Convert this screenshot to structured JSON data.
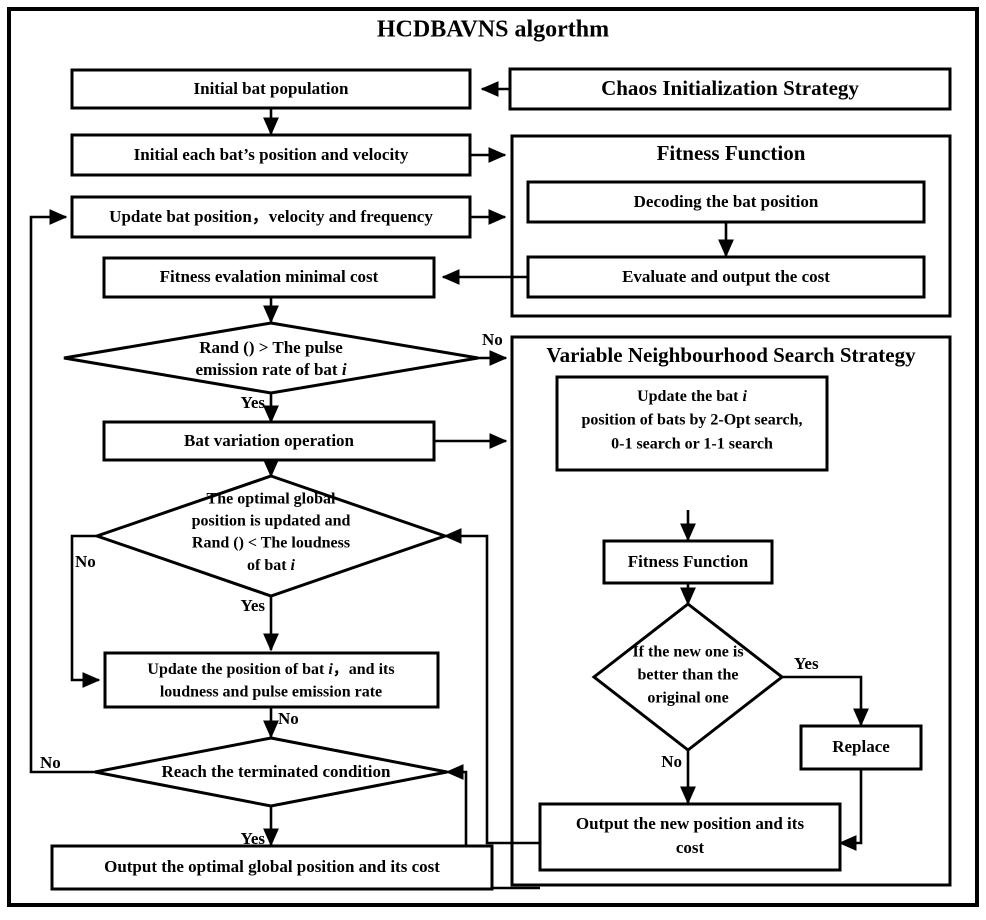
{
  "chart_data": {
    "type": "diagram",
    "title": "HCDBAVNS algorthm",
    "diagram_kind": "flowchart",
    "nodes": [
      {
        "id": "initial_pop",
        "shape": "process",
        "label": "Initial bat population"
      },
      {
        "id": "chaos",
        "shape": "panel-box",
        "label": "Chaos Initialization Strategy"
      },
      {
        "id": "init_each",
        "shape": "process",
        "label": "Initial each bat’s position and velocity"
      },
      {
        "id": "fitness_panel",
        "shape": "panel",
        "label": "Fitness Function"
      },
      {
        "id": "decoding",
        "shape": "process",
        "label": "Decoding the bat position"
      },
      {
        "id": "evaluate",
        "shape": "process",
        "label": "Evaluate and output the cost"
      },
      {
        "id": "update_bat",
        "shape": "process",
        "label": "Update bat position，velocity and frequency"
      },
      {
        "id": "fitness_eval",
        "shape": "process",
        "label": "Fitness evalation minimal cost"
      },
      {
        "id": "rand_pulse",
        "shape": "decision",
        "label_lines": [
          "Rand () > The pulse",
          "emission rate of bat i"
        ]
      },
      {
        "id": "bat_variation",
        "shape": "process",
        "label": "Bat variation operation"
      },
      {
        "id": "vns_panel",
        "shape": "panel",
        "label": "Variable Neighbourhood Search Strategy"
      },
      {
        "id": "update_2opt",
        "shape": "process",
        "label_lines": [
          "Update the bat i",
          "position of bats by 2-Opt search,",
          "0-1 search or 1-1 search"
        ]
      },
      {
        "id": "vns_fitness",
        "shape": "process",
        "label": "Fitness Function"
      },
      {
        "id": "new_better",
        "shape": "decision",
        "label_lines": [
          "If the new one is",
          "better than the",
          "original one"
        ]
      },
      {
        "id": "replace",
        "shape": "process",
        "label": "Replace"
      },
      {
        "id": "output_new",
        "shape": "process",
        "label_lines": [
          "Output the new position and its",
          "cost"
        ]
      },
      {
        "id": "optimal_global",
        "shape": "decision",
        "label_lines": [
          "The optimal global",
          "position is updated and",
          "Rand () < The loudness",
          "of bat i"
        ]
      },
      {
        "id": "update_pos",
        "shape": "process",
        "label_lines": [
          "Update the position of bat i，and its",
          "loudness  and pulse emission rate"
        ]
      },
      {
        "id": "terminated",
        "shape": "decision",
        "label": "Reach the terminated condition"
      },
      {
        "id": "output_optimal",
        "shape": "process",
        "label": "Output the optimal global position and its cost"
      }
    ],
    "edge_labels": {
      "rand_pulse_yes": "Yes",
      "rand_pulse_no": "No",
      "optimal_yes": "Yes",
      "optimal_no": "No",
      "update_pos_no": "No",
      "terminated_yes": "Yes",
      "terminated_no": "No",
      "new_better_yes": "Yes",
      "new_better_no": "No"
    },
    "colors": {
      "stroke": "#000000",
      "fill": "#ffffff",
      "background": "#ffffff"
    }
  }
}
